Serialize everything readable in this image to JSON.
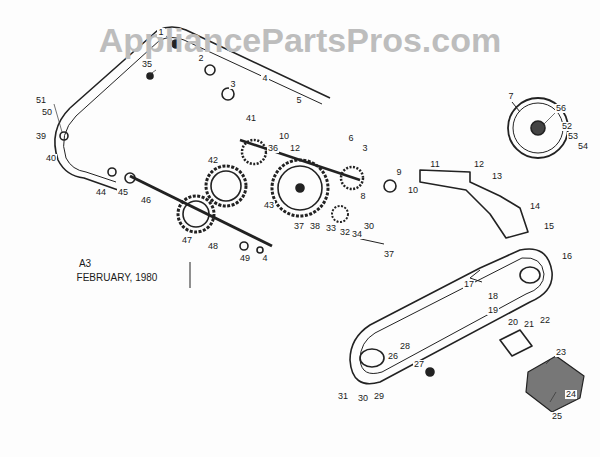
{
  "diagram": {
    "labels": [
      "AppliancePartsPros.com",
      "A3",
      "FEBRUARY, 1980",
      "1",
      "35",
      "2",
      "3",
      "4",
      "5",
      "6",
      "3",
      "8",
      "41",
      "36",
      "10",
      "12",
      "42",
      "43",
      "37",
      "38",
      "33",
      "32",
      "34",
      "30",
      "37",
      "9",
      "10",
      "11",
      "12",
      "13",
      "14",
      "15",
      "16",
      "17",
      "18",
      "19",
      "20",
      "21",
      "22",
      "23",
      "24",
      "25",
      "26",
      "27",
      "28",
      "29",
      "30",
      "31",
      "51",
      "50",
      "39",
      "40",
      "44",
      "45",
      "46",
      "47",
      "48",
      "49",
      "4",
      "7",
      "56",
      "52",
      "53",
      "54"
    ]
  }
}
